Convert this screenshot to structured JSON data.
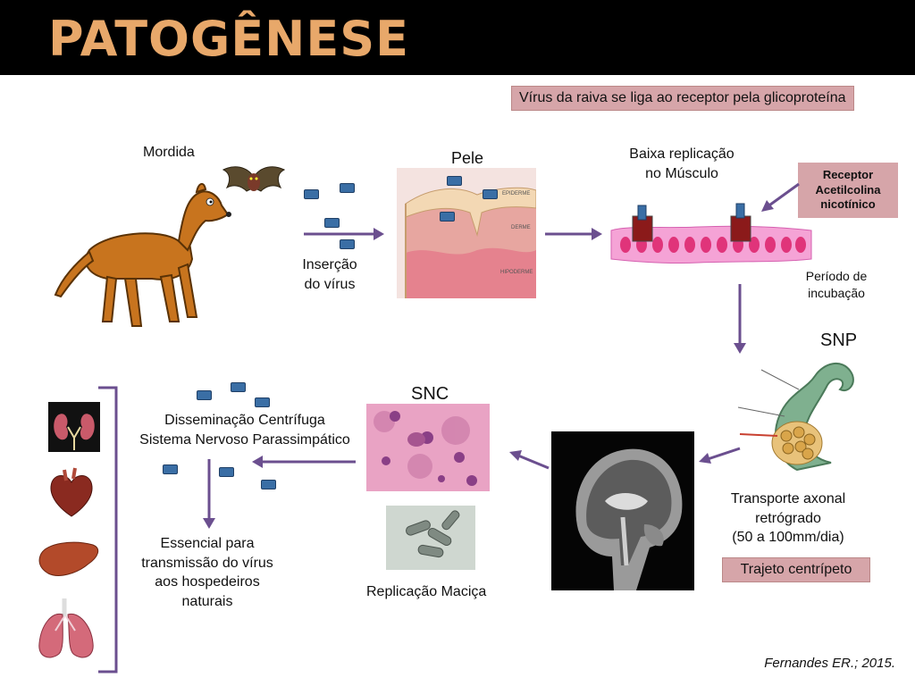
{
  "header": {
    "title": "PATOGÊNESE"
  },
  "top_note": "Vírus da raiva se liga ao receptor pela glicoproteína",
  "labels": {
    "mordida": "Mordida",
    "insercao_1": "Inserção",
    "insercao_2": "do vírus",
    "pele": "Pele",
    "baixa_1": "Baixa replicação",
    "baixa_2": "no Músculo",
    "receptor": "Receptor Acetilcolina nicotínico",
    "periodo_1": "Período de",
    "periodo_2": "incubação",
    "snp": "SNP",
    "transporte_1": "Transporte axonal",
    "transporte_2": "retrógrado",
    "transporte_3": "(50 a 100mm/dia)",
    "trajeto": "Trajeto centrípeto",
    "snc": "SNC",
    "replicacao": "Replicação Maciça",
    "disseminacao_1": "Disseminação Centrífuga",
    "disseminacao_2": "Sistema Nervoso Parassimpático",
    "essencial_1": "Essencial para",
    "essencial_2": "transmissão do vírus",
    "essencial_3": "aos hospedeiros",
    "essencial_4": "naturais"
  },
  "skin_layers": [
    "EPIDERME",
    "DERME",
    "HIPODERME"
  ],
  "citation": "Fernandes ER.; 2015.",
  "colors": {
    "header_bg": "#000000",
    "title_color": "#e8a86a",
    "note_bg": "#d6a5a9",
    "arrow": "#6b4f8f",
    "virus": "#3a6ea5"
  }
}
